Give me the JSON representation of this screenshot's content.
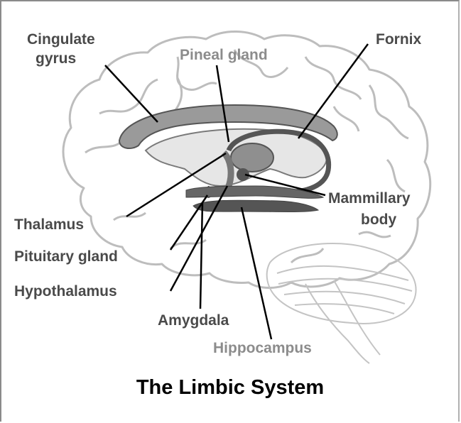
{
  "title": "The Limbic System",
  "labels": {
    "cingulate_1": "Cingulate",
    "cingulate_2": "gyrus",
    "pineal": "Pineal gland",
    "fornix": "Fornix",
    "thalamus": "Thalamus",
    "mammillary_1": "Mammillary",
    "mammillary_2": "body",
    "pituitary": "Pituitary gland",
    "hypothalamus": "Hypothalamus",
    "amygdala": "Amygdala",
    "hippocampus": "Hippocampus"
  },
  "colors": {
    "label_dark": "#4a4a4a",
    "label_light": "#8c8c8c",
    "brain_outline": "#bdbdbd",
    "structure_dark": "#555555",
    "structure_mid": "#8e8e8e",
    "structure_light": "#c8c8c8"
  }
}
